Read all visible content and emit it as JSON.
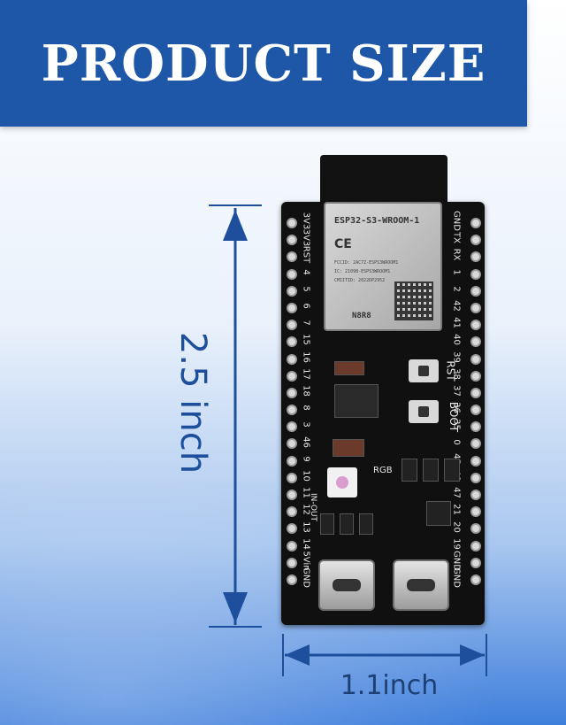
{
  "banner": {
    "title": "PRODUCT SIZE"
  },
  "dimensions": {
    "height": "2.5 inch",
    "width": "1.1inch"
  },
  "board": {
    "module_name": "ESP32-S3-WROOM-1",
    "module_variant": "N8R8",
    "module_cert_1": "FCCID: 2AC7Z-ESPS3WROOM1",
    "module_cert_2": "IC: 21098-ESPS3WROOM1",
    "module_cert_3": "CMIITID: 2022DP2952",
    "ce_mark": "CE",
    "left_pins": [
      "3V3",
      "3V3",
      "RST",
      "4",
      "5",
      "6",
      "7",
      "15",
      "16",
      "17",
      "18",
      "8",
      "3",
      "46",
      "9",
      "10",
      "11",
      "12",
      "13",
      "14",
      "5Vin",
      "GND"
    ],
    "right_pins": [
      "GND",
      "TX",
      "RX",
      "1",
      "2",
      "42",
      "41",
      "40",
      "39",
      "38",
      "37",
      "36",
      "35",
      "0",
      "45",
      "48",
      "47",
      "21",
      "20",
      "19",
      "GND",
      "GND"
    ],
    "rst_label": "RST",
    "boot_label": "BOOT",
    "rgb_label": "RGB",
    "in_out_label": "IN-OUT"
  }
}
